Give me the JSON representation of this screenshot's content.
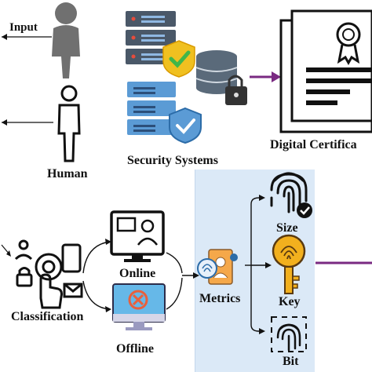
{
  "labels": {
    "input": "Input",
    "human": "Human",
    "security_systems": "Security Systems",
    "digital_certificate": "Digital Certifica",
    "classification": "Classification",
    "online": "Online",
    "offline": "Offline",
    "metrics": "Metrics",
    "size": "Size",
    "key": "Key",
    "bit": "Bit"
  },
  "colors": {
    "panel": "#dbe9f7",
    "server_dark": "#4a5a6a",
    "server_light": "#5b9bd5",
    "shield": "#f0c020",
    "check": "#41b649",
    "purple_arrow": "#7a2a82",
    "key_gold": "#f2b01e",
    "person_gray": "#6e6e6e"
  },
  "icons": [
    "person-icon",
    "person-outline-icon",
    "server-stack-icon",
    "shield-check-icon",
    "database-lock-icon",
    "certificate-icon",
    "classification-icon",
    "online-monitor-icon",
    "offline-monitor-icon",
    "metrics-badge-icon",
    "fingerprint-check-icon",
    "key-fingerprint-icon",
    "fingerprint-bit-icon"
  ]
}
